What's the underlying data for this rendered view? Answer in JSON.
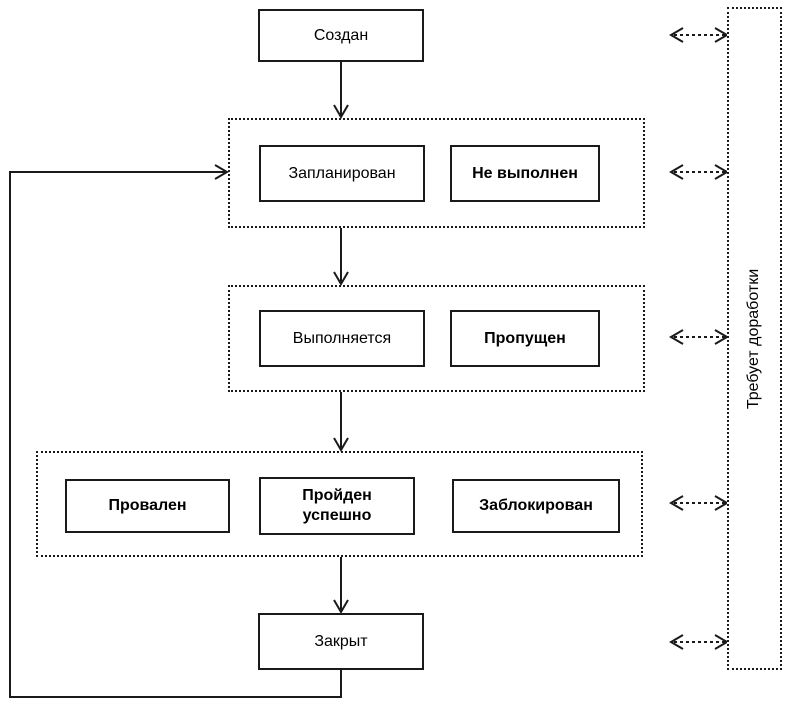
{
  "diagram": {
    "nodes": {
      "created": {
        "label": "Создан"
      },
      "planned": {
        "label": "Запланирован"
      },
      "not_executed": {
        "label": "Не выполнен"
      },
      "executing": {
        "label": "Выполняется"
      },
      "skipped": {
        "label": "Пропущен"
      },
      "failed": {
        "label": "Провален"
      },
      "passed": {
        "label": "Пройден успешно"
      },
      "blocked": {
        "label": "Заблокирован"
      },
      "closed": {
        "label": "Закрыт"
      },
      "rework": {
        "label": "Требует доработки"
      }
    },
    "colors": {
      "line": "#1a1a1a",
      "background": "#ffffff",
      "text": "#000000"
    }
  }
}
